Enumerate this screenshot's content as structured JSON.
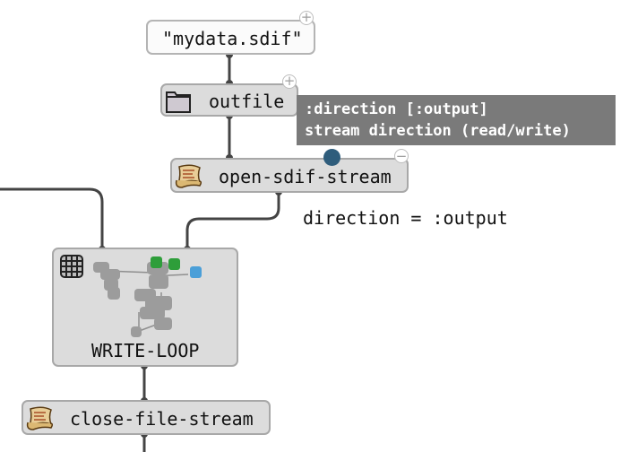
{
  "nodes": {
    "value_box": {
      "text": "\"mydata.sdif\""
    },
    "outfile": {
      "label": "outfile"
    },
    "open_stream": {
      "label": "open-sdif-stream"
    },
    "write_loop": {
      "label": "WRITE-LOOP"
    },
    "close_stream": {
      "label": "close-file-stream"
    }
  },
  "tooltip": {
    "line1": ":direction [:output]",
    "line2": "stream direction (read/write)"
  },
  "info": {
    "text": "direction = :output"
  },
  "colors": {
    "tooltip_bg": "#7a7a7a",
    "selected_inlet": "#2f5d7c",
    "green_inlet": "#2e9e3a",
    "blue_output": "#4b9fd8",
    "wire": "#444444"
  },
  "icons": {
    "outfile": "folder-icon",
    "open_stream": "scroll-icon",
    "write_loop": "grid-icon",
    "close_stream": "scroll-icon"
  }
}
